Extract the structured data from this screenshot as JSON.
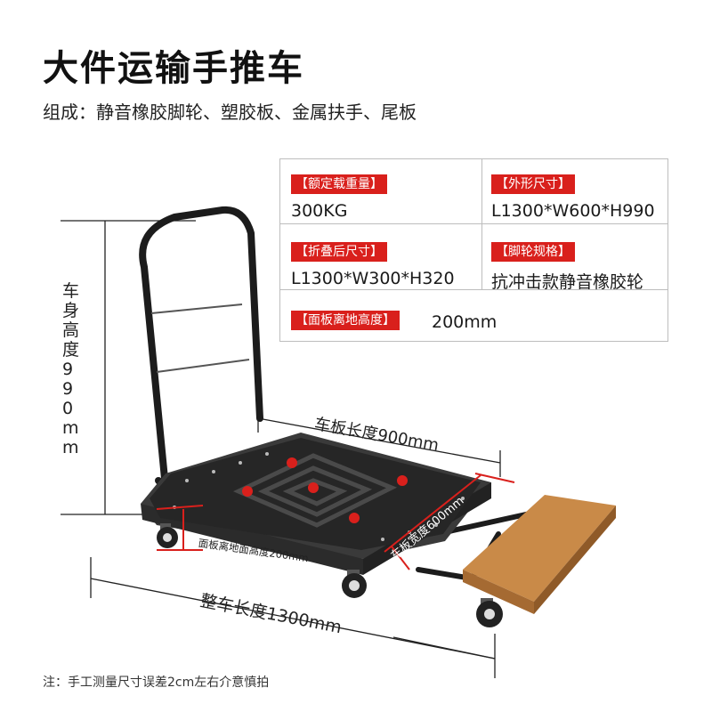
{
  "header": {
    "title": "大件运输手推车",
    "subtitle": "组成：静音橡胶脚轮、塑胶板、金属扶手、尾板"
  },
  "specs": [
    {
      "label": "【额定载重量】",
      "value": "300KG"
    },
    {
      "label": "【外形尺寸】",
      "value": "L1300*W600*H990"
    },
    {
      "label": "【折叠后尺寸】",
      "value": "L1300*W300*H320"
    },
    {
      "label": "【脚轮规格】",
      "value": "抗冲击款静音橡胶轮"
    },
    {
      "label": "【面板离地高度】",
      "value": "200mm"
    }
  ],
  "dimensions": {
    "body_height": "车身高度990mm",
    "deck_length": "车板长度900mm",
    "deck_width": "车板宽度600mm",
    "deck_clearance": "面板离地面高度200mm",
    "total_length": "整车长度1300mm"
  },
  "note": "注：手工测量尺寸误差2cm左右介意慎拍",
  "colors": {
    "accent": "#d9201c",
    "frame": "#1c1c1c",
    "deck": "#2a2a2a",
    "wood": "#c98a48"
  }
}
